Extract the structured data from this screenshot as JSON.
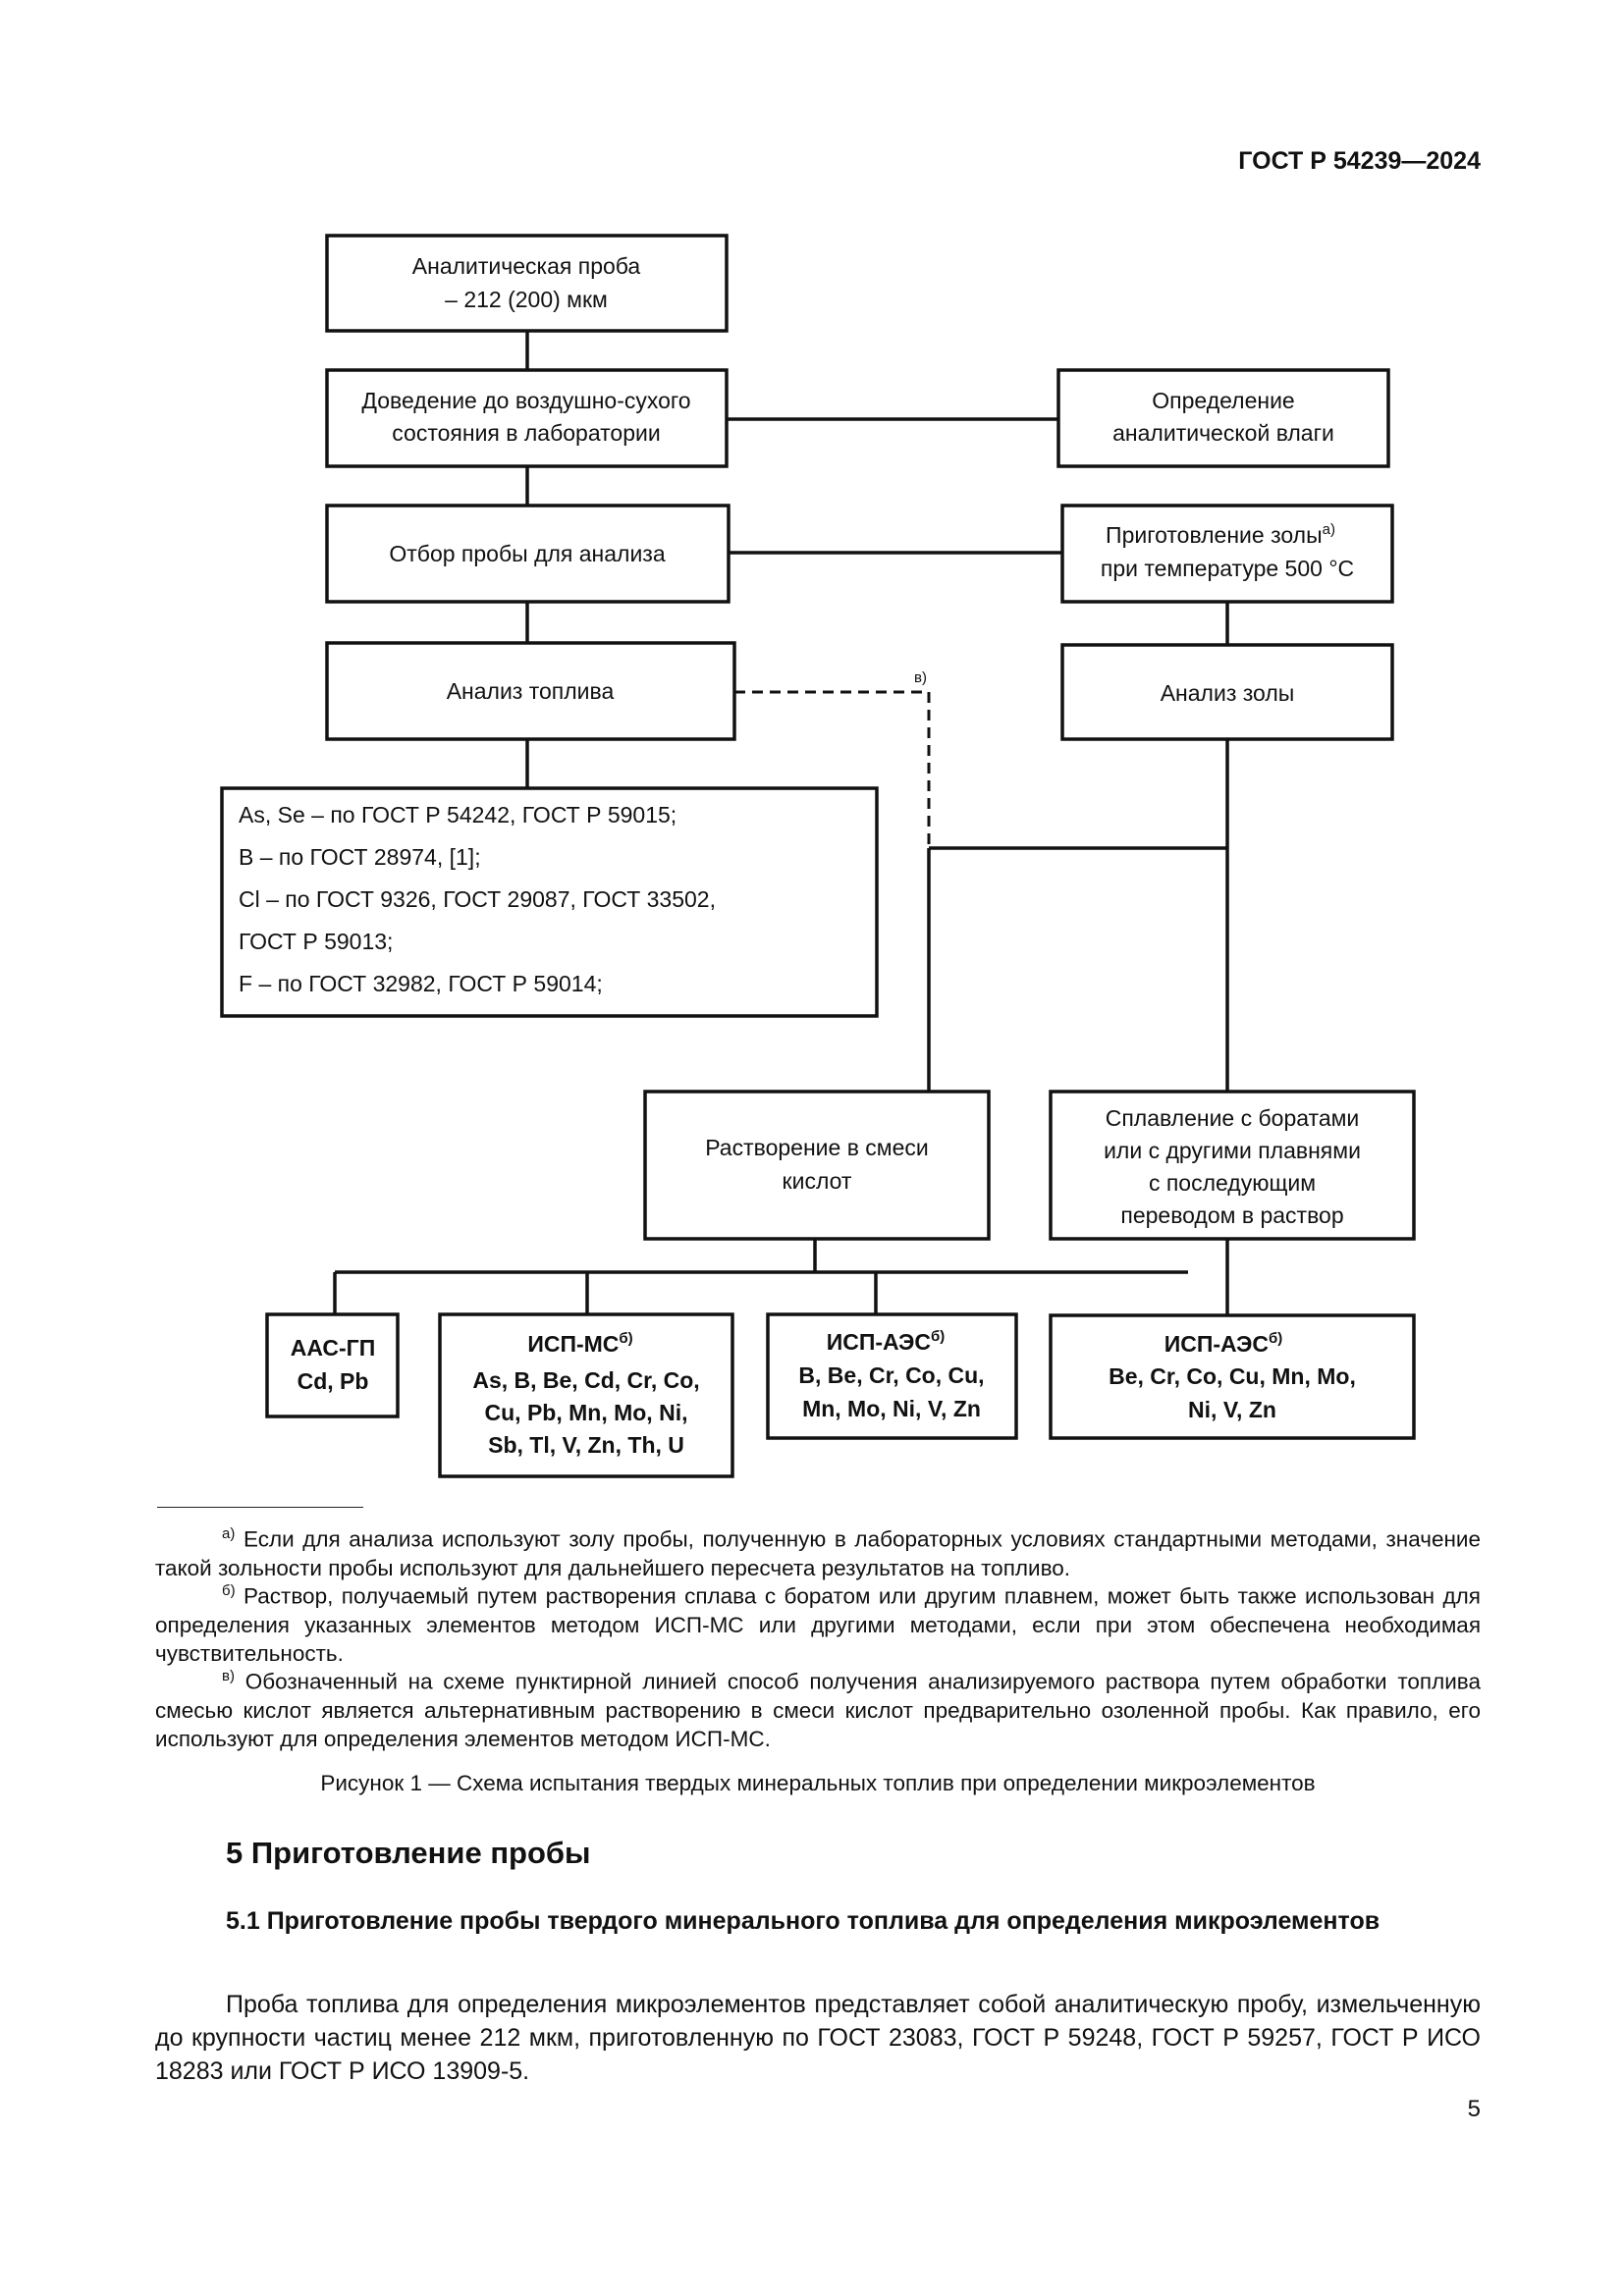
{
  "header": {
    "doc_id": "ГОСТ Р 54239—2024"
  },
  "diagram": {
    "analytical_sample": {
      "line1": "Аналитическая проба",
      "line2": "– 212 (200) мкм"
    },
    "air_dry": {
      "line1": "Доведение до воздушно-сухого",
      "line2": "состояния в лаборатории"
    },
    "moisture": {
      "line1": "Определение",
      "line2": "аналитической влаги"
    },
    "sampling": {
      "line1": "Отбор пробы для анализа"
    },
    "ash_prep": {
      "line1": "Приготовление золы",
      "line1_sup": "а)",
      "line2": "при температуре 500 °С"
    },
    "fuel_analysis": {
      "line1": "Анализ топлива"
    },
    "dashed_note": "в)",
    "ash_analysis": {
      "line1": "Анализ золы"
    },
    "methods_list": [
      "As, Se – по ГОСТ Р 54242, ГОСТ Р 59015;",
      "B – по ГОСТ 28974, [1];",
      "Cl – по ГОСТ 9326, ГОСТ 29087, ГОСТ 33502,",
      "ГОСТ Р 59013;",
      "F – по ГОСТ 32982, ГОСТ Р 59014;"
    ],
    "acid_dissolution": {
      "line1": "Растворение в смеси",
      "line2": "кислот"
    },
    "fusion": {
      "line1": "Сплавление с боратами",
      "line2": "или с другими плавнями",
      "line3": "с последующим",
      "line4": "переводом в раствор"
    },
    "aas": {
      "title": "ААС-ГП",
      "line1": "Cd, Pb"
    },
    "icp_ms": {
      "title": "ИСП-МС",
      "title_sup": "б)",
      "line1": "As, B, Be, Cd, Cr, Co,",
      "line2": "Cu, Pb, Mn, Mo, Ni,",
      "line3": "Sb, Tl, V, Zn, Th, U"
    },
    "icp_aes_1": {
      "title": "ИСП-АЭС",
      "title_sup": "б)",
      "line1": "B, Be, Cr, Co, Cu,",
      "line2": "Mn, Mo, Ni, V, Zn"
    },
    "icp_aes_2": {
      "title": "ИСП-АЭС",
      "title_sup": "б)",
      "line1": "Be, Cr, Co, Cu, Mn, Mo,",
      "line2": "Ni, V, Zn"
    }
  },
  "footnotes": [
    {
      "mark": "а)",
      "text": "Если для анализа используют золу пробы, полученную в лабораторных условиях стандартными методами, значение такой зольности пробы используют для дальнейшего пересчета результатов на топливо."
    },
    {
      "mark": "б)",
      "text": "Раствор, получаемый путем растворения сплава с боратом или другим плавнем, может быть также использован для определения указанных элементов методом ИСП-МС или другими методами, если при этом обеспечена необходимая чувствительность."
    },
    {
      "mark": "в)",
      "text": "Обозначенный на схеме пунктирной линией способ получения анализируемого раствора путем обработки топлива смесью кислот является альтернативным растворению в смеси кислот предварительно озоленной пробы. Как правило, его используют для определения элементов методом ИСП-МС."
    }
  ],
  "caption": "Рисунок 1 — Схема испытания твердых минеральных топлив при определении микроэлементов",
  "section5": {
    "title": "5 Приготовление пробы",
    "sub_title": "5.1 Приготовление пробы твердого минерального топлива для определения микроэлементов",
    "paragraph": "Проба топлива для определения микроэлементов представляет собой аналитическую пробу, измельченную до крупности частиц менее 212 мкм, приготовленную по ГОСТ 23083, ГОСТ Р 59248, ГОСТ Р 59257, ГОСТ Р ИСО 18283 или ГОСТ Р ИСО 13909-5."
  },
  "page_number": "5"
}
